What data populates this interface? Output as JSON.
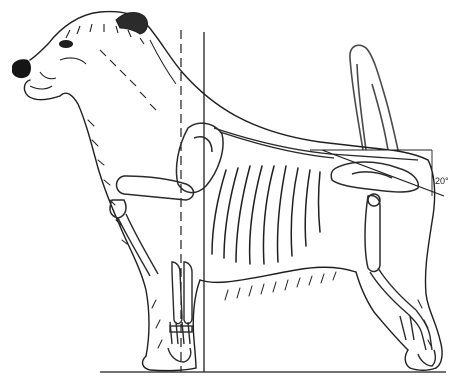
{
  "figure": {
    "annotation": {
      "angle_label": "20°"
    },
    "colors": {
      "ink": "#1f1f1f",
      "bone_ink": "#2a2a2a",
      "tail_ink": "#4a4a4a",
      "background": "#ffffff"
    },
    "parts": [
      "dog-outline-icon",
      "head-icon",
      "ear-icon",
      "eye-icon",
      "nose-icon",
      "neck-icon",
      "scapula-icon",
      "humerus-icon",
      "foreleg-bones-icon",
      "rib-cage-icon",
      "spine-icon",
      "pelvis-icon",
      "femur-icon",
      "hind-leg-bones-icon",
      "tail-icon",
      "vertical-reference-line",
      "dashed-reference-line",
      "ground-line",
      "angle-reference-lines"
    ]
  }
}
